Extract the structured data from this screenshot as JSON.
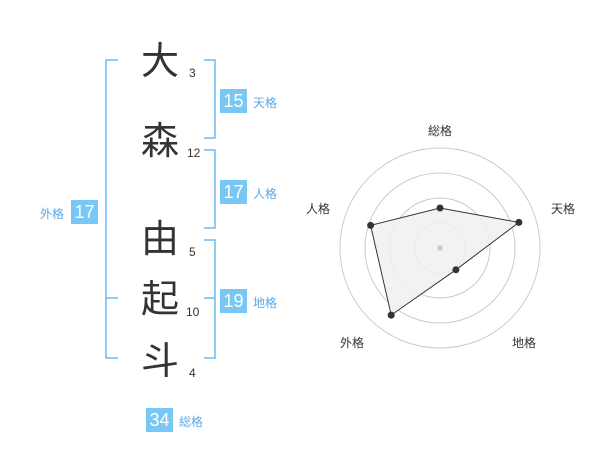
{
  "name": {
    "characters": [
      {
        "char": "大",
        "strokes": "3"
      },
      {
        "char": "森",
        "strokes": "12"
      },
      {
        "char": "由",
        "strokes": "5"
      },
      {
        "char": "起",
        "strokes": "10"
      },
      {
        "char": "斗",
        "strokes": "4"
      }
    ]
  },
  "scores": {
    "tenkaku": {
      "value": "15",
      "label": "天格"
    },
    "jinkaku": {
      "value": "17",
      "label": "人格"
    },
    "chikaku": {
      "value": "19",
      "label": "地格"
    },
    "gaikaku": {
      "value": "17",
      "label": "外格"
    },
    "soukaku": {
      "value": "34",
      "label": "総格"
    }
  },
  "colors": {
    "accent": "#79c7f5",
    "label": "#5aa9e6",
    "bracket": "#6bbcf0",
    "radar_fill": "#f0f0f0",
    "radar_line": "#333333",
    "grid": "#cccccc"
  },
  "chart_data": {
    "type": "radar",
    "axes": [
      "総格",
      "天格",
      "地格",
      "外格",
      "人格"
    ],
    "series": [
      {
        "values": [
          0.4,
          0.83,
          0.27,
          0.83,
          0.73
        ]
      }
    ],
    "rings": 4,
    "range": [
      0,
      1
    ]
  }
}
